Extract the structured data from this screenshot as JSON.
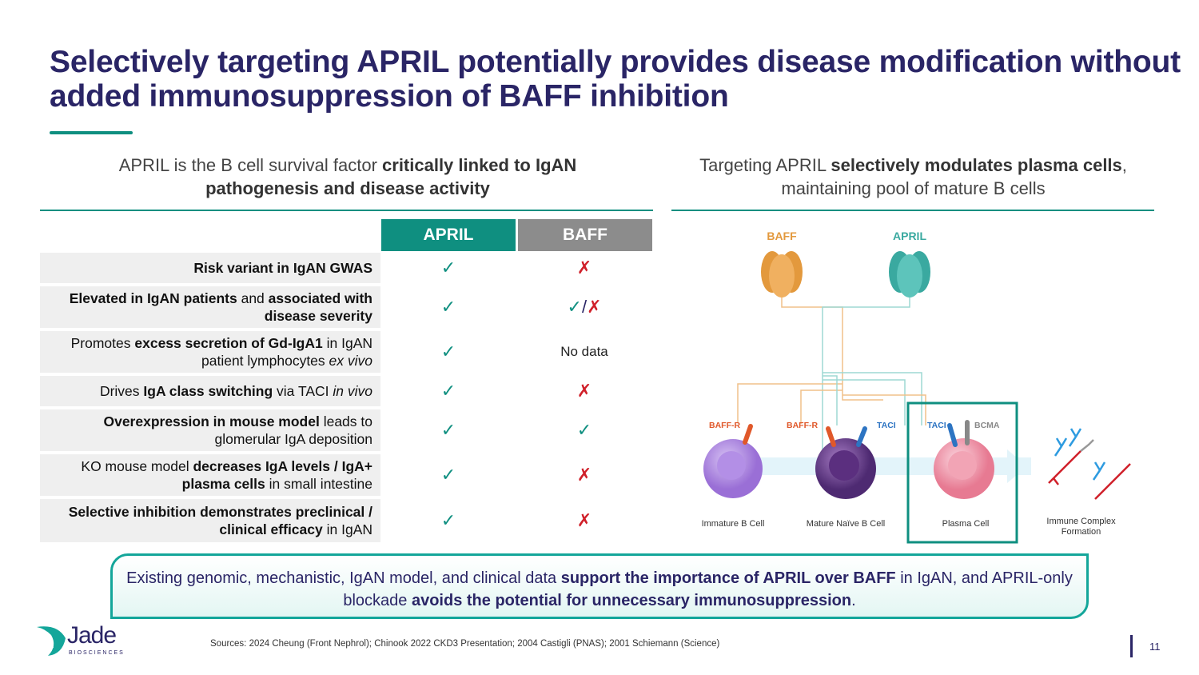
{
  "title": "Selectively targeting APRIL potentially provides disease modification without added immunosuppression of BAFF inhibition",
  "left_subtitle": [
    {
      "t": "APRIL is the B cell survival factor "
    },
    {
      "t": "critically linked to IgAN pathogenesis and disease activity",
      "b": true
    }
  ],
  "right_subtitle": [
    {
      "t": "Targeting APRIL "
    },
    {
      "t": "selectively modulates plasma cells",
      "b": true
    },
    {
      "t": ", maintaining pool of mature B cells"
    }
  ],
  "table": {
    "headers": [
      "APRIL",
      "BAFF"
    ],
    "colors": {
      "april": "#0f8f80",
      "baff": "#8c8c8c",
      "check": "#0f8f80",
      "cross": "#d0202a"
    },
    "rows": [
      {
        "label": [
          {
            "t": "Risk variant in IgAN GWAS",
            "b": true
          }
        ],
        "april": "✓",
        "baff": "✗"
      },
      {
        "label": [
          {
            "t": "Elevated in IgAN patients",
            "b": true
          },
          {
            "t": " and "
          },
          {
            "t": "associated with disease severity",
            "b": true
          }
        ],
        "april": "✓",
        "baff": "✓/✗"
      },
      {
        "label": [
          {
            "t": "Promotes "
          },
          {
            "t": "excess secretion of Gd-IgA1",
            "b": true
          },
          {
            "t": " in IgAN patient lymphocytes "
          },
          {
            "t": "ex vivo",
            "i": true
          }
        ],
        "april": "✓",
        "baff": "No data"
      },
      {
        "label": [
          {
            "t": "Drives "
          },
          {
            "t": "IgA class switching",
            "b": true
          },
          {
            "t": " via TACI "
          },
          {
            "t": "in vivo",
            "i": true
          }
        ],
        "april": "✓",
        "baff": "✗"
      },
      {
        "label": [
          {
            "t": "Overexpression in mouse model",
            "b": true
          },
          {
            "t": " leads to glomerular IgA deposition"
          }
        ],
        "april": "✓",
        "baff": "✓"
      },
      {
        "label": [
          {
            "t": "KO mouse model "
          },
          {
            "t": "decreases IgA levels / IgA+ plasma cells",
            "b": true
          },
          {
            "t": " in small intestine"
          }
        ],
        "april": "✓",
        "baff": "✗"
      },
      {
        "label": [
          {
            "t": "Selective inhibition demonstrates preclinical / clinical efficacy",
            "b": true
          },
          {
            "t": " in IgAN"
          }
        ],
        "april": "✓",
        "baff": "✗"
      }
    ]
  },
  "diagram": {
    "ligands": [
      "BAFF",
      "APRIL"
    ],
    "receptors": [
      "BAFF-R",
      "BAFF-R",
      "TACI",
      "TACI",
      "BCMA"
    ],
    "cells": [
      "Immature B Cell",
      "Mature  Naïve B Cell",
      "Plasma Cell",
      "Immune Complex Formation"
    ]
  },
  "callout": [
    {
      "t": "Existing genomic, mechanistic, IgAN model, and clinical data "
    },
    {
      "t": "support the importance of APRIL over BAFF",
      "b": true
    },
    {
      "t": " in IgAN, and APRIL-only blockade "
    },
    {
      "t": "avoids the potential for unnecessary immunosuppression",
      "b": true
    },
    {
      "t": "."
    }
  ],
  "logo": {
    "name": "Jade",
    "tagline": "BIOSCIENCES"
  },
  "sources": "Sources: 2024 Cheung (Front Nephrol); Chinook 2022 CKD3 Presentation; 2004 Castigli (PNAS); 2001 Schiemann (Science)",
  "page_number": "11"
}
